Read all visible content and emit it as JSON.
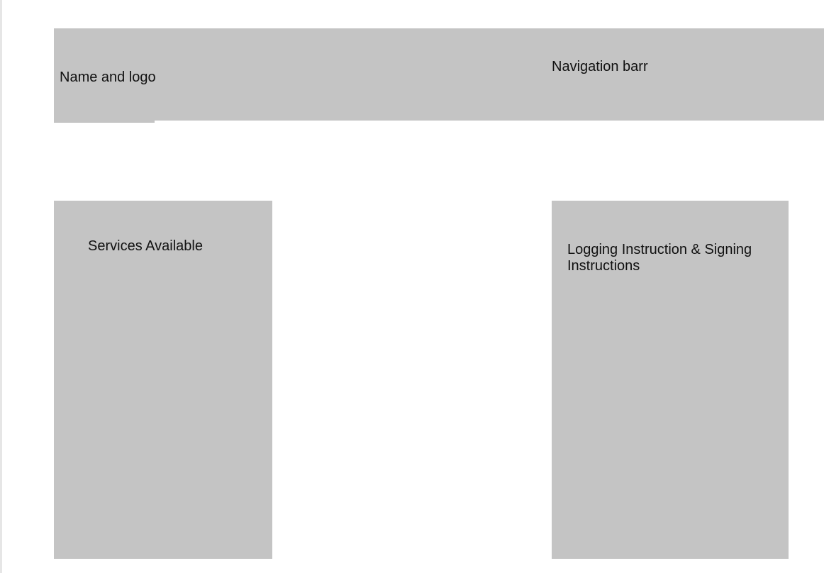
{
  "header": {
    "logo_label": "Name and logo",
    "nav_label": "Navigation barr"
  },
  "panels": {
    "services_label": "Services Available",
    "instructions_label": "Logging Instruction & Signing Instructions"
  },
  "colors": {
    "background": "#ffffff",
    "placeholder_fill": "#c4c4c4",
    "text": "#111111"
  }
}
